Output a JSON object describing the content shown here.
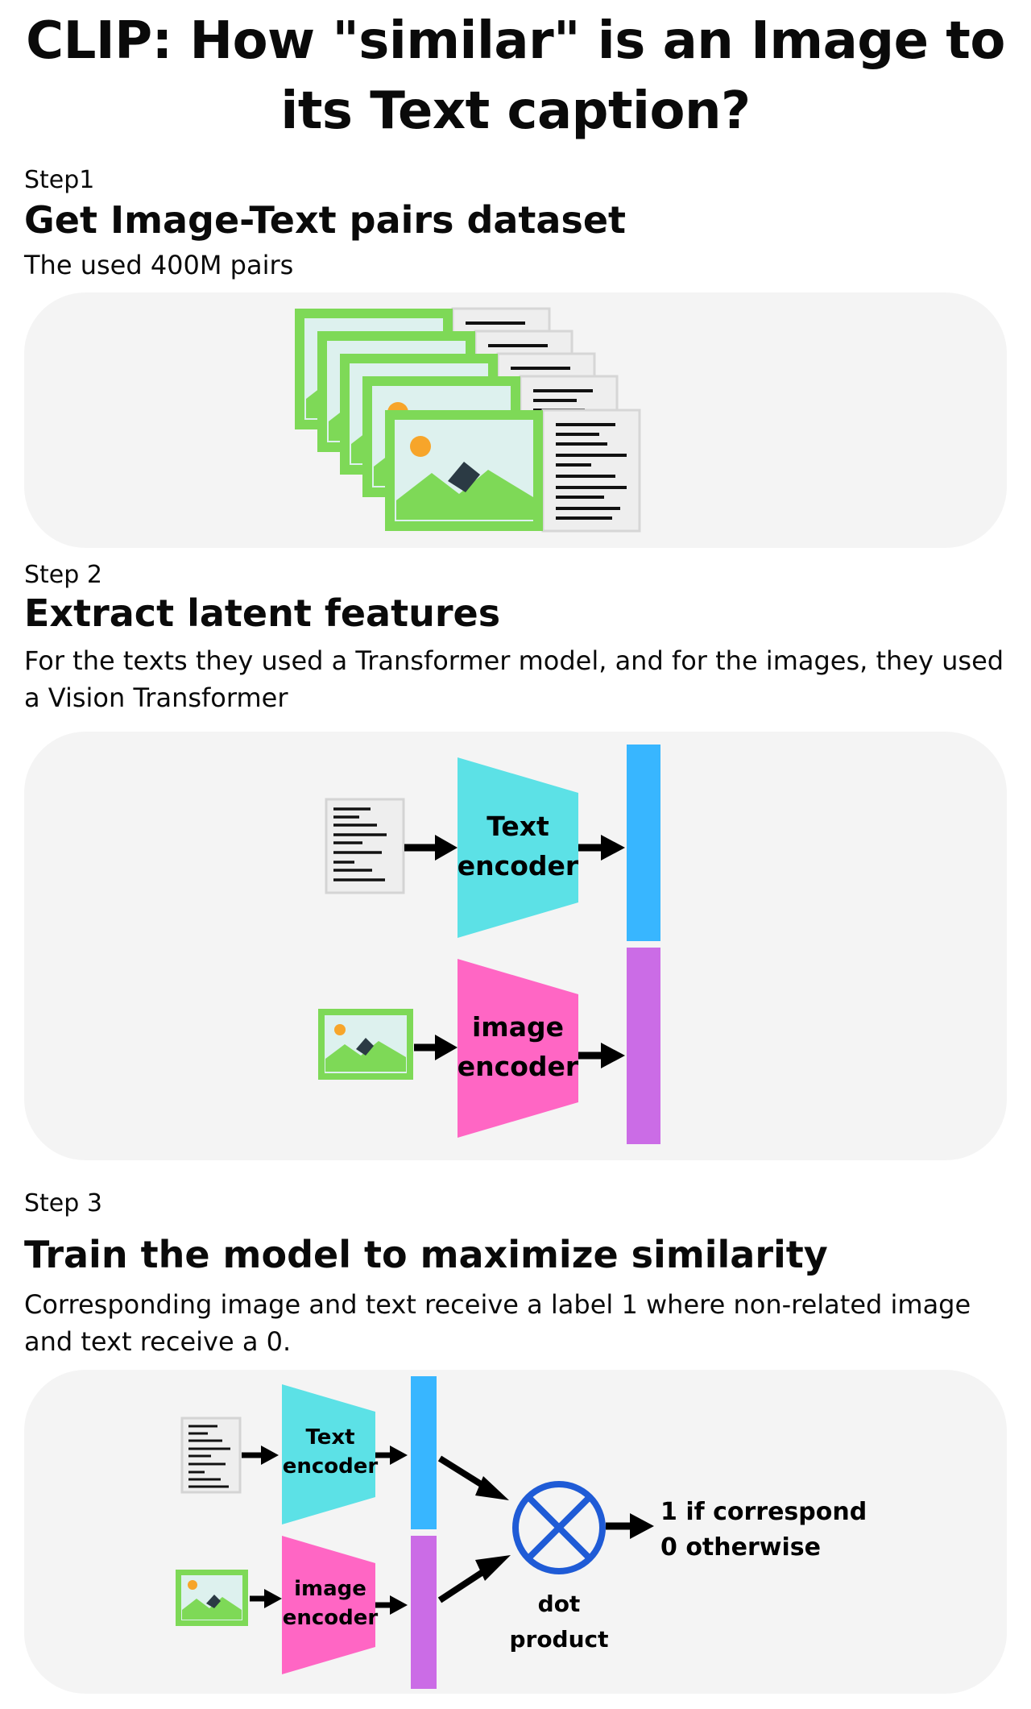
{
  "title": "CLIP: How \"similar\" is an Image to its Text caption?",
  "step1": {
    "label": "Step1",
    "heading": "Get Image-Text pairs dataset",
    "description": "The used 400M pairs"
  },
  "step2": {
    "label": "Step 2",
    "heading": "Extract latent features",
    "description": "For the texts they used a Transformer model, and for the images, they used a Vision Transformer",
    "text_encoder_line1": "Text",
    "text_encoder_line2": "encoder",
    "image_encoder_line1": "image",
    "image_encoder_line2": "encoder"
  },
  "step3": {
    "label": "Step 3",
    "heading": "Train the model to maximize similarity",
    "description": "Corresponding image and text receive a label 1 where non-related image and text receive a 0.",
    "text_encoder_line1": "Text",
    "text_encoder_line2": "encoder",
    "image_encoder_line1": "image",
    "image_encoder_line2": "encoder",
    "op_line1": "dot",
    "op_line2": "product",
    "output_line1": "1 if correspond",
    "output_line2": "0 otherwise"
  },
  "colors": {
    "panel_bg": "#f4f4f4",
    "image_frame": "#7ed957",
    "image_sky": "#ddf1ee",
    "sun": "#f7a52a",
    "mountain": "#7ed957",
    "text_encoder": "#5ce1e6",
    "image_encoder": "#ff66c4",
    "text_embedding": "#38b6ff",
    "image_embedding": "#cb6ce6",
    "dot_product": "#1f5bd6"
  }
}
